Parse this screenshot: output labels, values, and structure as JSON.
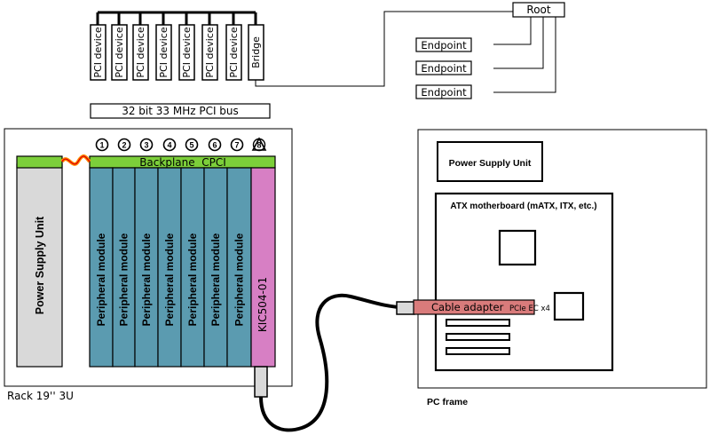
{
  "pci_bus": {
    "device_label": "PCI device",
    "devices": [
      "PCI device",
      "PCI device",
      "PCI device",
      "PCI device",
      "PCI device",
      "PCI device",
      "PCI device"
    ],
    "bridge_label": "Bridge",
    "bus_label": "32 bit 33 MHz PCI bus"
  },
  "pcie_tree": {
    "root_label": "Root",
    "endpoints": [
      "Endpoint",
      "Endpoint",
      "Endpoint"
    ]
  },
  "rack": {
    "label": "Rack 19'' 3U",
    "psu_label": "Power Supply Unit",
    "backplane_label": "Backplane  CPCI",
    "slot_numbers": [
      "1",
      "2",
      "3",
      "4",
      "5",
      "6",
      "7",
      "8"
    ],
    "peripheral_label": "Peripheral module",
    "controller_label": "KIC504-01"
  },
  "pc": {
    "frame_label": "PC frame",
    "psu_label": "Power Supply Unit",
    "motherboard_label": "ATX motherboard (mATX, ITX, etc.)",
    "cable_adapter_label": "Cable adapter",
    "cable_adapter_sub": "PCIe EC x4"
  },
  "colors": {
    "peripheral": "#5b9bb0",
    "controller": "#d77fc4",
    "backplane": "#7ccf3a",
    "psu": "#d9d9d9",
    "adapter": "#d97b7b"
  }
}
